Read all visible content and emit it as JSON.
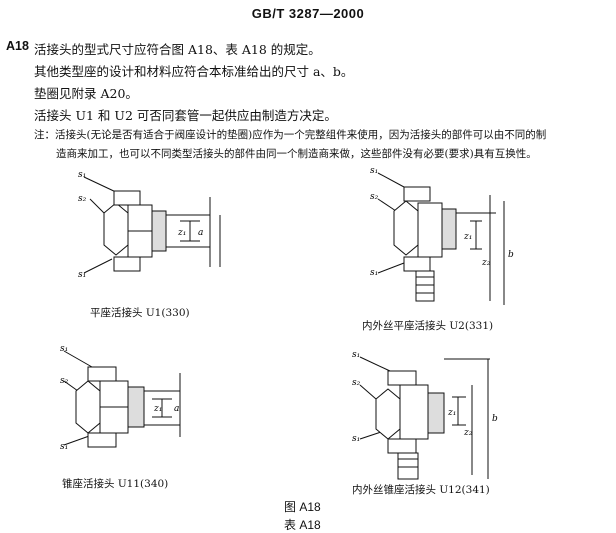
{
  "header": "GB/T 3287—2000",
  "clause": {
    "number": "A18",
    "lines": [
      "活接头的型式尺寸应符合图 A18、表 A18 的规定。",
      "其他类型座的设计和材料应符合本标准给出的尺寸 a、b。",
      "垫圈见附录 A20。",
      "活接头 U1 和 U2 可否同套管一起供应由制造方决定。"
    ]
  },
  "note": {
    "line1": "注：活接头(无论是否有适合于阀座设计的垫圈)应作为一个完整组件来使用，因为活接头的部件可以由不同的制",
    "line2": "造商来加工，也可以不同类型活接头的部件由同一个制造商来做，这些部件没有必要(要求)具有互换性。"
  },
  "figures": [
    {
      "caption": "平座活接头 U1(330)",
      "labels": {
        "s1a": "s₁",
        "s2": "s₂",
        "z1": "z₁",
        "dim": "a",
        "s1b": "s₁"
      }
    },
    {
      "caption": "内外丝平座活接头 U2(331)",
      "labels": {
        "s1a": "s₁",
        "s2": "s₂",
        "z1": "z₁",
        "z2": "z₂",
        "dim": "b",
        "s1b": "s₁"
      }
    },
    {
      "caption": "锥座活接头 U11(340)",
      "labels": {
        "s1a": "s₁",
        "s2": "s₂",
        "z1": "z₁",
        "dim": "a",
        "s1b": "s₁"
      }
    },
    {
      "caption": "内外丝锥座活接头 U12(341)",
      "labels": {
        "s1a": "s₁",
        "s2": "s₂",
        "z1": "z₁",
        "z2": "z₂",
        "dim": "b",
        "s1b": "s₁"
      }
    }
  ],
  "figure_title": "图 A18",
  "table_title": "表 A18"
}
